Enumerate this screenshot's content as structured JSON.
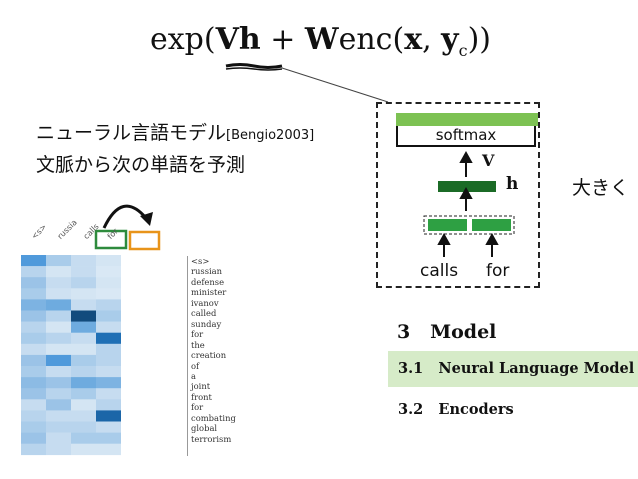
{
  "formula": {
    "exp": "exp(",
    "V": "V",
    "h": "h",
    "plus": " + ",
    "W": "W",
    "enc": "enc(",
    "x": "x",
    "comma": ", ",
    "y": "y",
    "sub": "c",
    "close": "))"
  },
  "text": {
    "line1_main": "ニューラル言語モデル",
    "line1_ref": "[Bengio2003]",
    "line2": "文脈から次の単語を予測",
    "big": "大きく"
  },
  "network": {
    "softmax": "softmax",
    "v_label": "V",
    "h_label": "h",
    "input1": "calls",
    "input2": "for"
  },
  "paper": {
    "section_num": "3",
    "section_title": "Model",
    "sub1_num": "3.1",
    "sub1_title": "Neural Language Model",
    "sub2_num": "3.2",
    "sub2_title": "Encoders"
  },
  "heatmap": {
    "columns": [
      "<s>",
      "russia",
      "calls",
      "for"
    ],
    "words": [
      "<s>",
      "russian",
      "defense",
      "minister",
      "ivanov",
      "called",
      "sunday",
      "for",
      "the",
      "creation",
      "of",
      "a",
      "joint",
      "front",
      "for",
      "combating",
      "global",
      "terrorism"
    ],
    "colors": {
      "highlight_green": "#2e8b3d",
      "highlight_orange": "#e8941a",
      "dark_green": "#1b6b26",
      "mid_green": "#2ea043",
      "light_green": "#7dc253"
    }
  }
}
